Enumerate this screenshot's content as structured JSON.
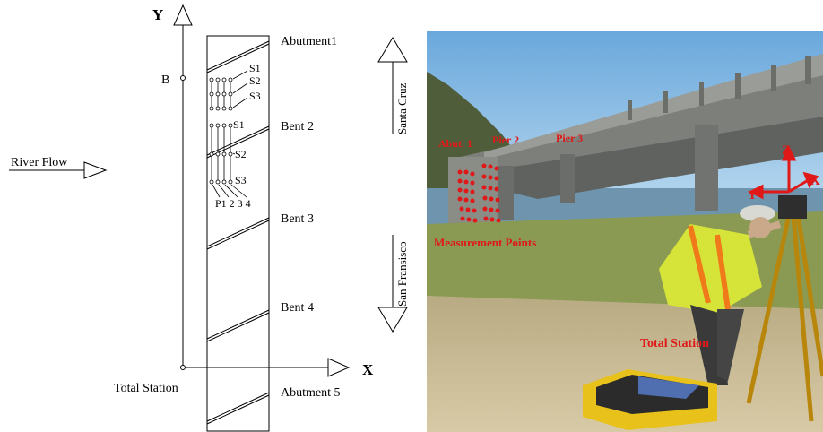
{
  "schematic": {
    "axis_y": "Y",
    "axis_x": "X",
    "point_b": "B",
    "total_station": "Total Station",
    "river_flow": "River Flow",
    "supports": [
      "Abutment1",
      "Bent 2",
      "Bent 3",
      "Bent 4",
      "Abutment 5"
    ],
    "sections_top": [
      "S1",
      "S2",
      "S3"
    ],
    "sections_bent": [
      "S1",
      "S2",
      "S3"
    ],
    "piles": "P1 2 3 4",
    "direction_north": "Santa Cruz",
    "direction_south": "San Fransisco"
  },
  "photo": {
    "labels": {
      "abut1": "Abut. 1",
      "pier2": "Pier 2",
      "pier3": "Pier 3",
      "measurement_points": "Measurement Points",
      "total_station": "Total Station",
      "z": "Z",
      "y": "Y",
      "x": "X"
    },
    "colors": {
      "sky": "#8fc0e4",
      "bridge": "#7c7f7a",
      "grass": "#8a9a52",
      "sand": "#c8b994",
      "label_red": "#e01818",
      "vest": "#d6e43a",
      "case": "#e8c21a"
    }
  }
}
